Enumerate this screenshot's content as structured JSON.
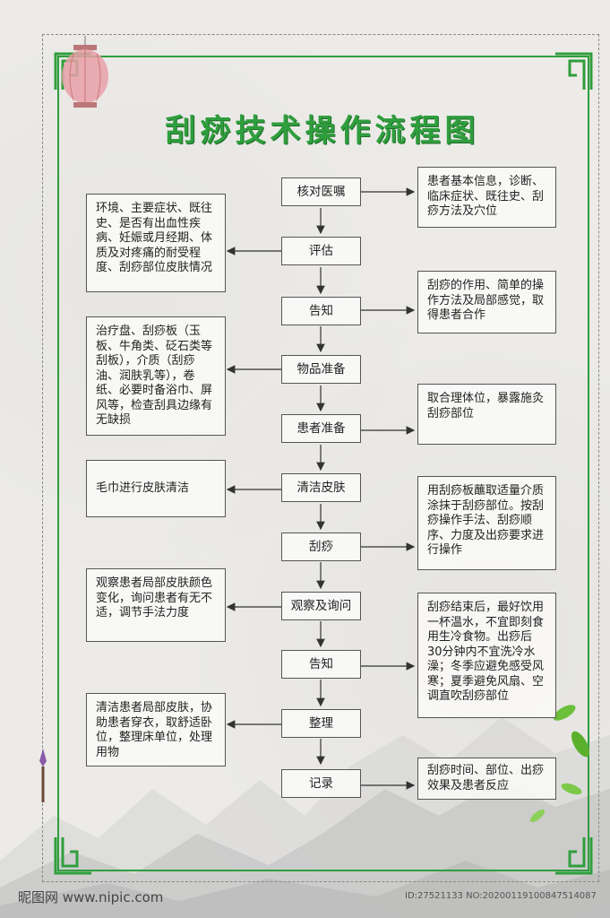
{
  "title": "刮痧技术操作流程图",
  "steps": [
    {
      "label": "核对医嘱"
    },
    {
      "label": "评估"
    },
    {
      "label": "告知"
    },
    {
      "label": "物品准备"
    },
    {
      "label": "患者准备"
    },
    {
      "label": "清洁皮肤"
    },
    {
      "label": "刮痧"
    },
    {
      "label": "观察及询问"
    },
    {
      "label": "告知"
    },
    {
      "label": "整理"
    },
    {
      "label": "记录"
    }
  ],
  "notes": {
    "right_1": "患者基本信息，诊断、临床症状、既往史、刮痧方法及穴位",
    "left_1": "环境、主要症状、既往史、是否有出血性疾病、妊娠或月经期、体质及对疼痛的耐受程度、刮痧部位皮肤情况",
    "right_2": "刮痧的作用、简单的操作方法及局部感觉，取得患者合作",
    "left_2": "治疗盘、刮痧板（玉板、牛角类、砭石类等刮板），介质（刮痧油、润肤乳等），卷纸、必要时备浴巾、屏风等，检查刮具边缘有无缺损",
    "right_3": "取合理体位，暴露施灸刮痧部位",
    "left_3": "毛巾进行皮肤清洁",
    "right_4": "用刮痧板蘸取适量介质 涂抹于刮痧部位。按刮痧操作手法、刮痧顺序、力度及出痧要求进行操作",
    "left_4": "观察患者局部皮肤颜色变化，询问患者有无不适，调节手法力度",
    "right_5": "刮痧结束后，最好饮用一杯温水，不宜即刻食用生冷食物。出痧后30分钟内不宜洗冷水澡；冬季应避免感受风寒；夏季避免风扇、空调直吹刮痧部位",
    "left_5": "清洁患者局部皮肤，协助患者穿衣，取舒适卧位，整理床单位，处理用物",
    "right_6": "刮痧时间、部位、出痧效果及患者反应"
  },
  "watermark": {
    "site": "昵图网 www.nipic.com",
    "id": "ID:27521133 NO:20200119100847514087"
  },
  "colors": {
    "frame": "#2f9e3d",
    "title": "#2f9e3d",
    "background": "#ecebe8"
  }
}
